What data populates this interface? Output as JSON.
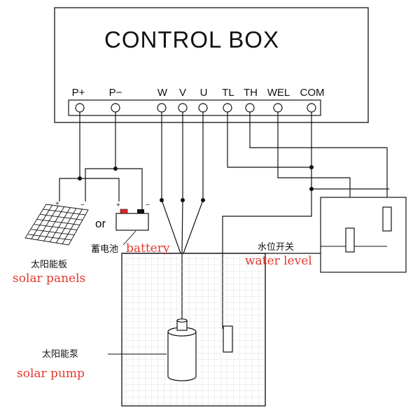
{
  "control_box": {
    "title": "CONTROL BOX",
    "terminals": [
      "P+",
      "P−",
      "W",
      "V",
      "U",
      "TL",
      "TH",
      "WEL",
      "COM"
    ]
  },
  "labels": {
    "or": "or",
    "battery_cn": "蓄电池",
    "battery_en": "battery",
    "solar_panels_cn": "太阳能板",
    "solar_panels_en": "solar panels",
    "water_level_cn": "水位开关",
    "water_level_en": "water level",
    "solar_pump_cn": "太阳能泵",
    "solar_pump_en": "solar pump",
    "plus": "+",
    "minus": "−"
  },
  "colors": {
    "line": "#111111",
    "annotation_en": "#e23a2e",
    "battery_plus": "#e0242b",
    "tank_grid": "#d9d9d9"
  }
}
